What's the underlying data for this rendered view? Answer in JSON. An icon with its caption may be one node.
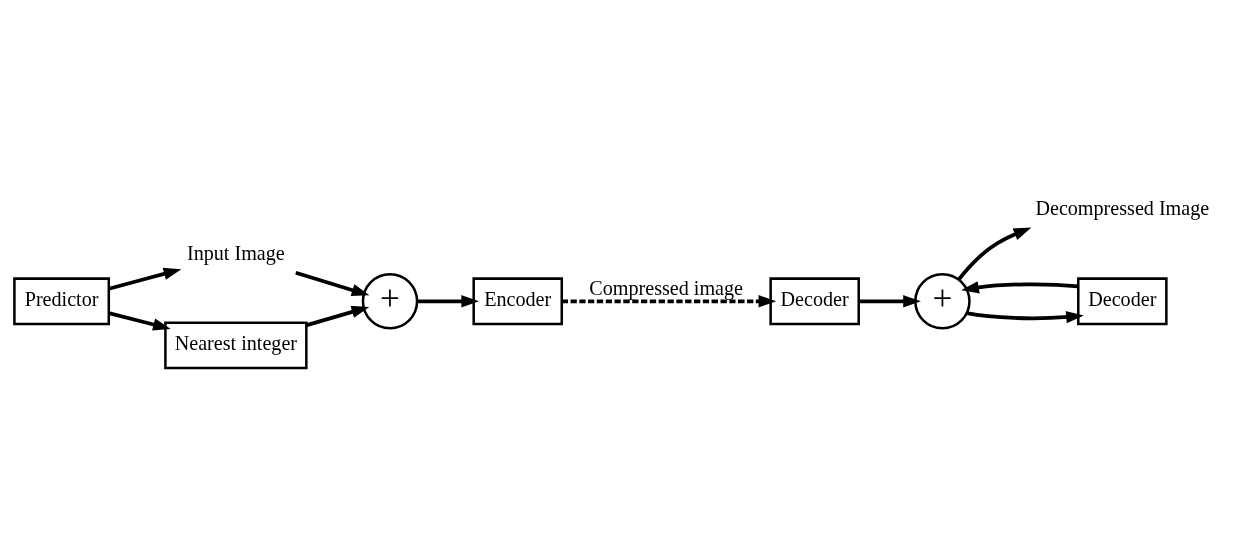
{
  "diagram": {
    "nodes": [
      {
        "text": [
          "Input Image"
        ]
      },
      {
        "text": [
          "+"
        ]
      },
      {
        "text": [
          "Encoder"
        ]
      },
      {
        "text": [
          "Predictor"
        ]
      },
      {
        "text": [
          "Nearest integer"
        ]
      },
      {
        "text": [
          "Decoder"
        ]
      },
      {
        "text": [
          "+"
        ]
      },
      {
        "text": [
          "Decompressed Image"
        ]
      },
      {
        "text": [
          "Decoder"
        ]
      }
    ],
    "edges": [
      {
        "from": 0,
        "to": 1,
        "arrow": "to"
      },
      {
        "from": 3,
        "to": 0,
        "arrow": "to"
      },
      {
        "from": 3,
        "to": 4,
        "arrow": "to"
      },
      {
        "from": 4,
        "to": 1,
        "arrow": "to"
      },
      {
        "from": 1,
        "to": 2,
        "arrow": "to"
      },
      {
        "from": 2,
        "to": 5,
        "arrow": "to",
        "style": "dashed",
        "label": "Compressed image"
      },
      {
        "from": 5,
        "to": 6,
        "arrow": "to"
      },
      {
        "from": 6,
        "to": 7,
        "arrow": "to"
      },
      {
        "from": 6,
        "to": 8,
        "arrow": "to"
      },
      {
        "from": 8,
        "to": 6,
        "arrow": "to"
      }
    ]
  }
}
